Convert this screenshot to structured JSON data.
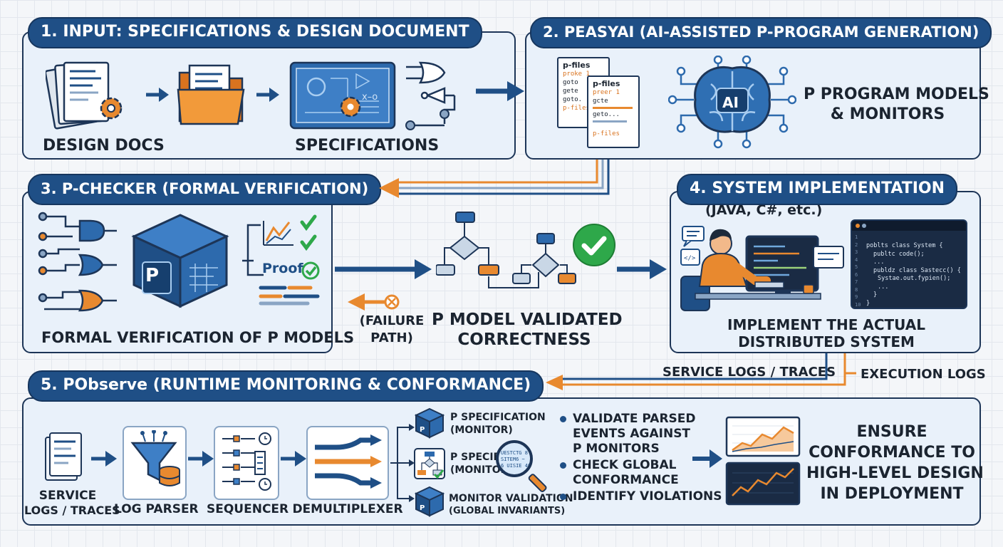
{
  "colors": {
    "primary": "#1f4f86",
    "accent": "#e8892f",
    "ok": "#2ea84a",
    "dark": "#1d3557"
  },
  "sections": {
    "input": {
      "title": "1. INPUT: SPECIFICATIONS & DESIGN DOCUMENT",
      "labels": {
        "design_docs": "DESIGN DOCS",
        "specifications": "SPECIFICATIONS"
      },
      "icons": [
        "documents-gear-icon",
        "folder-icon",
        "blueprint-icon",
        "logic-gates-icon"
      ]
    },
    "peasyai": {
      "title": "2. PEASYAI (AI-ASSISTED P-PROGRAM GENERATION)",
      "pfile_title": "p-files",
      "pfile_lines": [
        "proke 1",
        "goto",
        "gete",
        "goto.",
        "p-files"
      ],
      "pfile2_lines": [
        "preer 1",
        "gcte",
        "geto...",
        "p-files"
      ],
      "ai_label": "AI",
      "output_line1": "P PROGRAM MODELS",
      "output_line2": "& MONITORS",
      "icons": [
        "p-files-icon",
        "ai-brain-icon"
      ]
    },
    "pchecker": {
      "title": "3. P-CHECKER (FORMAL VERIFICATION)",
      "proof_label": "Proof",
      "cube_label": "P",
      "caption": "FORMAL VERIFICATION OF P MODELS",
      "icons": [
        "logic-gates-icon",
        "p-cube-icon",
        "chart-icon",
        "check-icon"
      ]
    },
    "validated": {
      "failure_line1": "(FAILURE",
      "failure_line2": "PATH)",
      "line1": "P MODEL VALIDATED",
      "line2": "CORRECTNESS",
      "icons": [
        "flowchart-icon",
        "check-circle-icon",
        "failure-x-icon"
      ]
    },
    "implementation": {
      "title": "4. SYSTEM IMPLEMENTATION",
      "subtitle": "(JAVA, C#, etc.)",
      "code_lines": [
        "poblts class System {",
        "publtc code();",
        "...",
        "publdz class Sastecc() {",
        "Systae.out.fypien();",
        "...",
        "}",
        "}"
      ],
      "line_numbers": [
        "1",
        "2",
        "3",
        "4",
        "5",
        "6",
        "7",
        "8",
        "9",
        "10"
      ],
      "caption1": "IMPLEMENT THE ACTUAL",
      "caption2": "DISTRIBUTED SYSTEM",
      "icons": [
        "developer-icon",
        "code-window-icon",
        "coffee-icon"
      ]
    },
    "logs": {
      "service_logs": "SERVICE LOGS / TRACES",
      "execution_logs": "EXECUTION LOGS"
    },
    "pobserve": {
      "title_prefix": "5. PObserve",
      "title_rest": " (RUNTIME MONITORING & CONFORMANCE)",
      "stages": {
        "logs_line1": "SERVICE",
        "logs_line2": "LOGS / TRACES",
        "parser": "LOG PARSER",
        "sequencer": "SEQUENCER",
        "demux": "DEMULTIPLEXER"
      },
      "monitors": [
        {
          "line1": "P SPECIFICATION",
          "line2": "(MONITOR)"
        },
        {
          "line1": "P SPECIF",
          "line2": "(MONITOI"
        },
        {
          "line1": "MONITOR VALIDATION",
          "line2": "(GLOBAL INVARIANTS)"
        }
      ],
      "magnifier_text": "UESTCTG 8\nSITEM6 ~\n6 UISIE 406",
      "bullets": [
        {
          "line1": "VALIDATE PARSED",
          "line2": "EVENTS AGAINST",
          "line3": "P MONITORS"
        },
        {
          "line1": "CHECK GLOBAL",
          "line2": "CONFORMANCE"
        },
        {
          "line1": "IDENTIFY VIOLATIONS"
        }
      ],
      "result_line1": "ENSURE",
      "result_line2": "CONFORMANCE TO",
      "result_line3": "HIGH-LEVEL DESIGN",
      "result_line4": "IN DEPLOYMENT",
      "icons": [
        "log-file-icon",
        "funnel-database-icon",
        "sequencer-icon",
        "demux-arrows-icon",
        "magnifier-icon",
        "line-chart-icon"
      ]
    }
  }
}
